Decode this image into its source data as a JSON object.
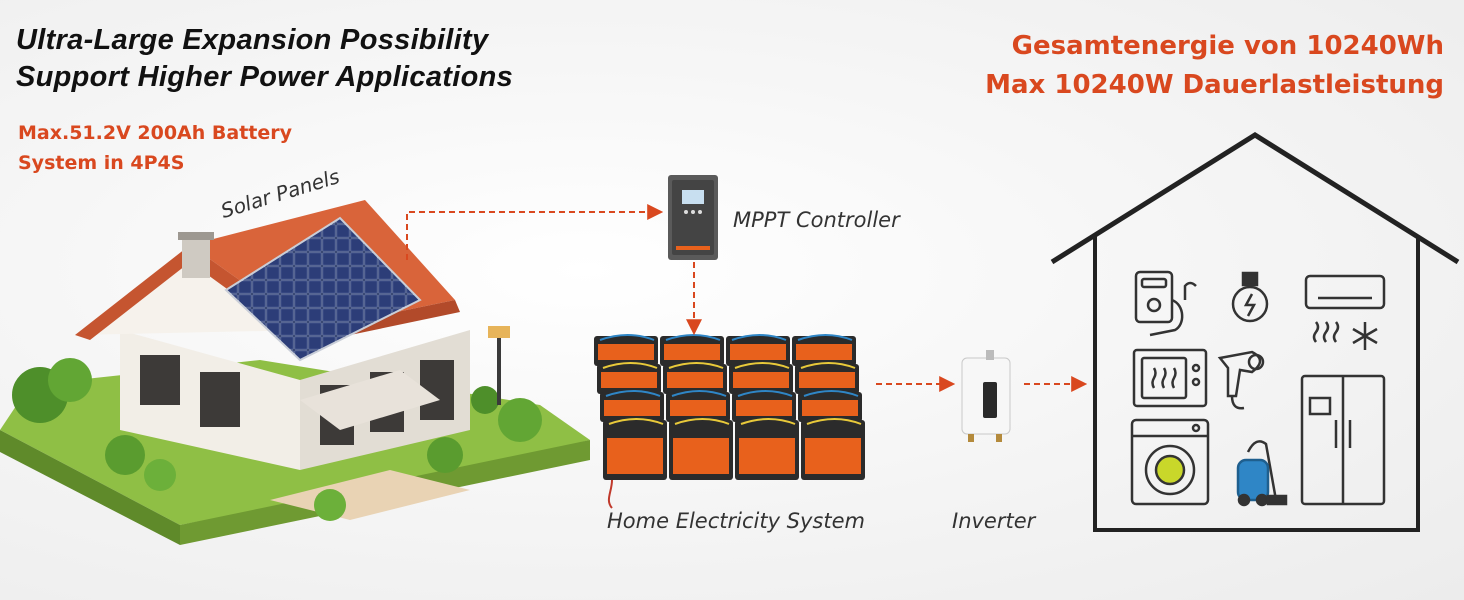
{
  "header": {
    "title_line1": "Ultra-Large Expansion Possibility",
    "title_line2": "Support Higher Power Applications",
    "battery_line1": "Max.51.2V 200Ah Battery",
    "battery_line2": "System in 4P4S",
    "energy_line1": "Gesamtenergie von 10240Wh",
    "energy_line2": "Max 10240W Dauerlastleistung"
  },
  "labels": {
    "solar": "Solar Panels",
    "controller": "MPPT Controller",
    "home_system": "Home Electricity System",
    "inverter": "Inverter"
  },
  "colors": {
    "accent": "#d9481f",
    "roof": "#d9643a",
    "battery": "#e8611c",
    "house_outline": "#222222",
    "vacuum": "#2f86c6",
    "grass": "#7fb33a"
  },
  "appliances": [
    "water-heater-icon",
    "lightbulb-icon",
    "air-conditioner-icon",
    "microwave-icon",
    "hair-dryer-icon",
    "washing-machine-icon",
    "vacuum-cleaner-icon",
    "refrigerator-icon"
  ]
}
